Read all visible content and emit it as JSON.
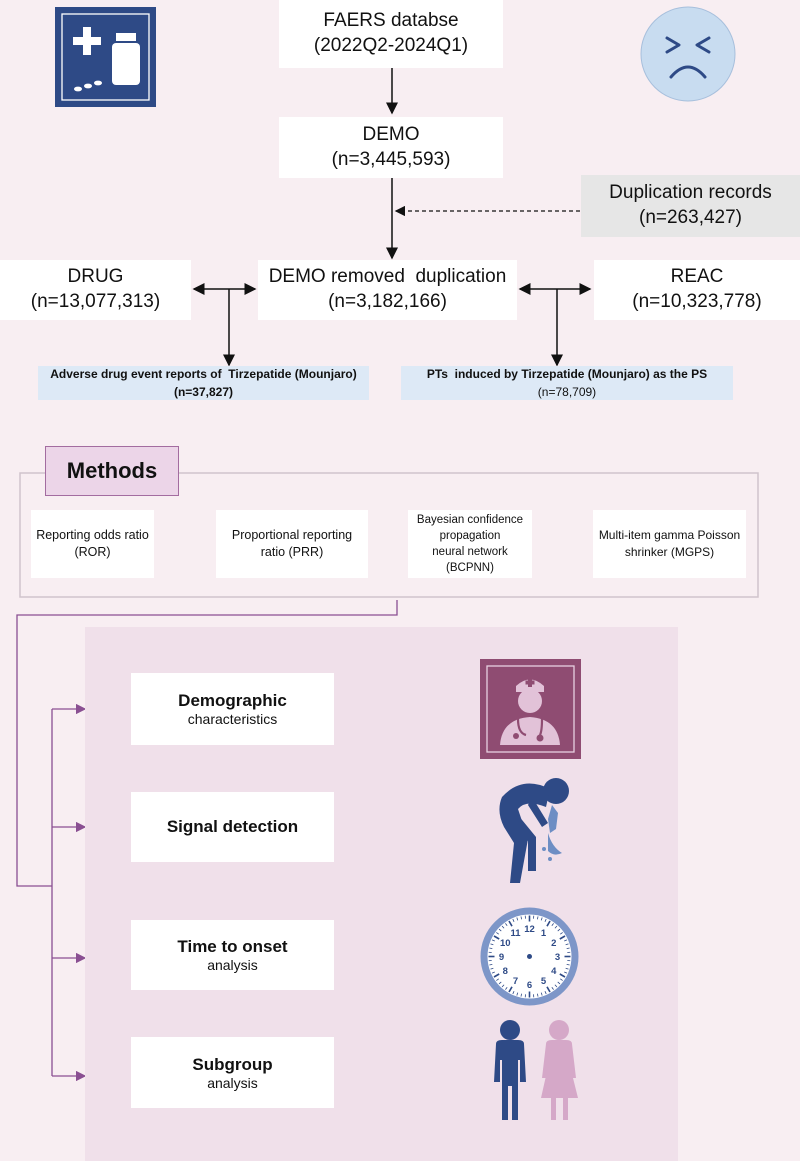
{
  "flow": {
    "faers": {
      "line1": "FAERS databse",
      "line2": "(2022Q2-2024Q1)"
    },
    "demo": {
      "line1": "DEMO",
      "line2": "(n=3,445,593)"
    },
    "duplication": {
      "line1": "Duplication records",
      "line2": "(n=263,427)"
    },
    "drug": {
      "line1": "DRUG",
      "line2": "(n=13,077,313)"
    },
    "demo_removed": {
      "line1": "DEMO removed  duplication",
      "line2": "(n=3,182,166)"
    },
    "reac": {
      "line1": "REAC",
      "line2": "(n=10,323,778)"
    },
    "adverse": {
      "line1": "Adverse drug event reports of  Tirzepatide (Mounjaro)",
      "line2": "(n=37,827)"
    },
    "pts": {
      "line1": "PTs  induced by Tirzepatide (Mounjaro) as the PS",
      "line2": "(n=78,709)"
    }
  },
  "methods": {
    "title": "Methods",
    "items": [
      {
        "line1": "Reporting odds ratio",
        "line2": "(ROR)"
      },
      {
        "line1": "Proportional reporting",
        "line2": "ratio (PRR)"
      },
      {
        "line1": "Bayesian confidence",
        "line2": "propagation",
        "line3": "neural network (BCPNN)"
      },
      {
        "line1": "Multi-item gamma Poisson",
        "line2": "shrinker (MGPS)"
      }
    ]
  },
  "analyses": [
    {
      "title": "Demographic",
      "subtitle": "characteristics",
      "icon": "doctor-icon"
    },
    {
      "title": "Signal detection",
      "subtitle": "",
      "icon": "sick-person-icon"
    },
    {
      "title": "Time to onset",
      "subtitle": "analysis",
      "icon": "clock-icon"
    },
    {
      "title": "Subgroup",
      "subtitle": "analysis",
      "icon": "man-woman-icon"
    }
  ],
  "clock_numbers": [
    "12",
    "1",
    "2",
    "3",
    "4",
    "5",
    "6",
    "7",
    "8",
    "9",
    "10",
    "11"
  ],
  "colors": {
    "background": "#f8eef2",
    "panel": "#f0e0ea",
    "navy": "#2e4a86",
    "purple": "#8a4f92",
    "blue_box": "#dde9f6",
    "methods_tab": "#ecd5e8",
    "duplication_box": "#e6e6e6",
    "face": "#c8dcf0"
  }
}
